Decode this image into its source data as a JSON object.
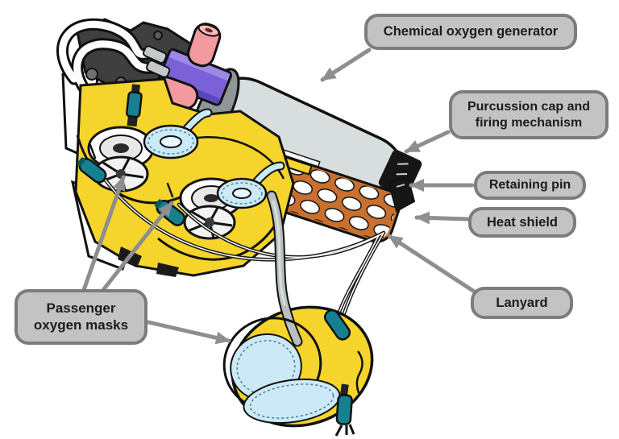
{
  "diagram": {
    "labels": [
      {
        "id": "chemical-oxygen-generator",
        "text": "Chemical oxygen generator"
      },
      {
        "id": "percussion-cap-and-firing-mechanism",
        "text": "Purcussion cap and firing mechanism"
      },
      {
        "id": "retaining-pin",
        "text": "Retaining pin"
      },
      {
        "id": "heat-shield",
        "text": "Heat shield"
      },
      {
        "id": "lanyard",
        "text": "Lanyard"
      },
      {
        "id": "passenger-oxygen-masks",
        "text": "Passenger oxygen masks"
      }
    ],
    "colors": {
      "label_bg": "#c3c3c3",
      "label_border": "#7c7c7c",
      "label_text": "#1c1c1c",
      "arrow": "#8e8e8e",
      "generator_body": "#d7dedd",
      "generator_cap": "#8e9697",
      "heat_shield": "#c9702f",
      "mask_yellow": "#f5d42c",
      "bag_blue": "#cbe9f6",
      "firing_box_purple": "#7a61d8",
      "cap_pink": "#f29a9e",
      "connector_teal": "#15808f",
      "manifold_dark": "#3f3f3f",
      "tube_gray": "#b9bfbf",
      "outline": "#111111"
    }
  }
}
